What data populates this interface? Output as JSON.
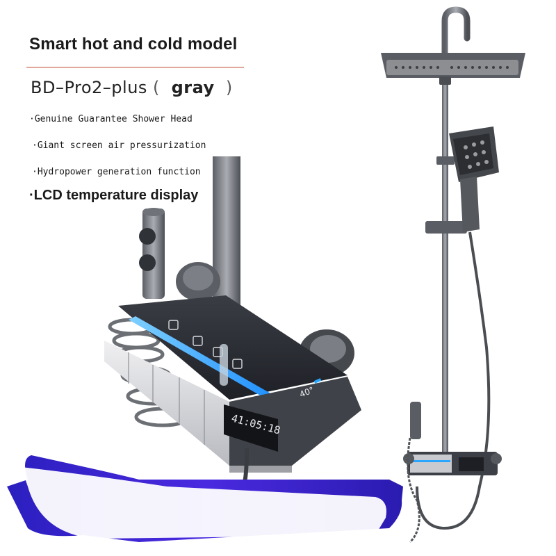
{
  "heading": {
    "title": "Smart hot and cold model"
  },
  "model": {
    "name": "BD–Pro2–plus",
    "open_paren": "(",
    "color": "\u0002gray",
    "close_paren": ")"
  },
  "features": [
    "·Genuine Guarantee Shower Head",
    "·Giant screen air pressurization",
    "·Hydropower generation function",
    "·LCD temperature display"
  ],
  "panel": {
    "temperature": "40°",
    "clock": "41:05:18"
  },
  "colors": {
    "accent_blue": "#2aa6ff",
    "accent_red": "#e21d1d",
    "body_gray": "#4b4d52",
    "banner_purple": "#3b1fd6"
  }
}
